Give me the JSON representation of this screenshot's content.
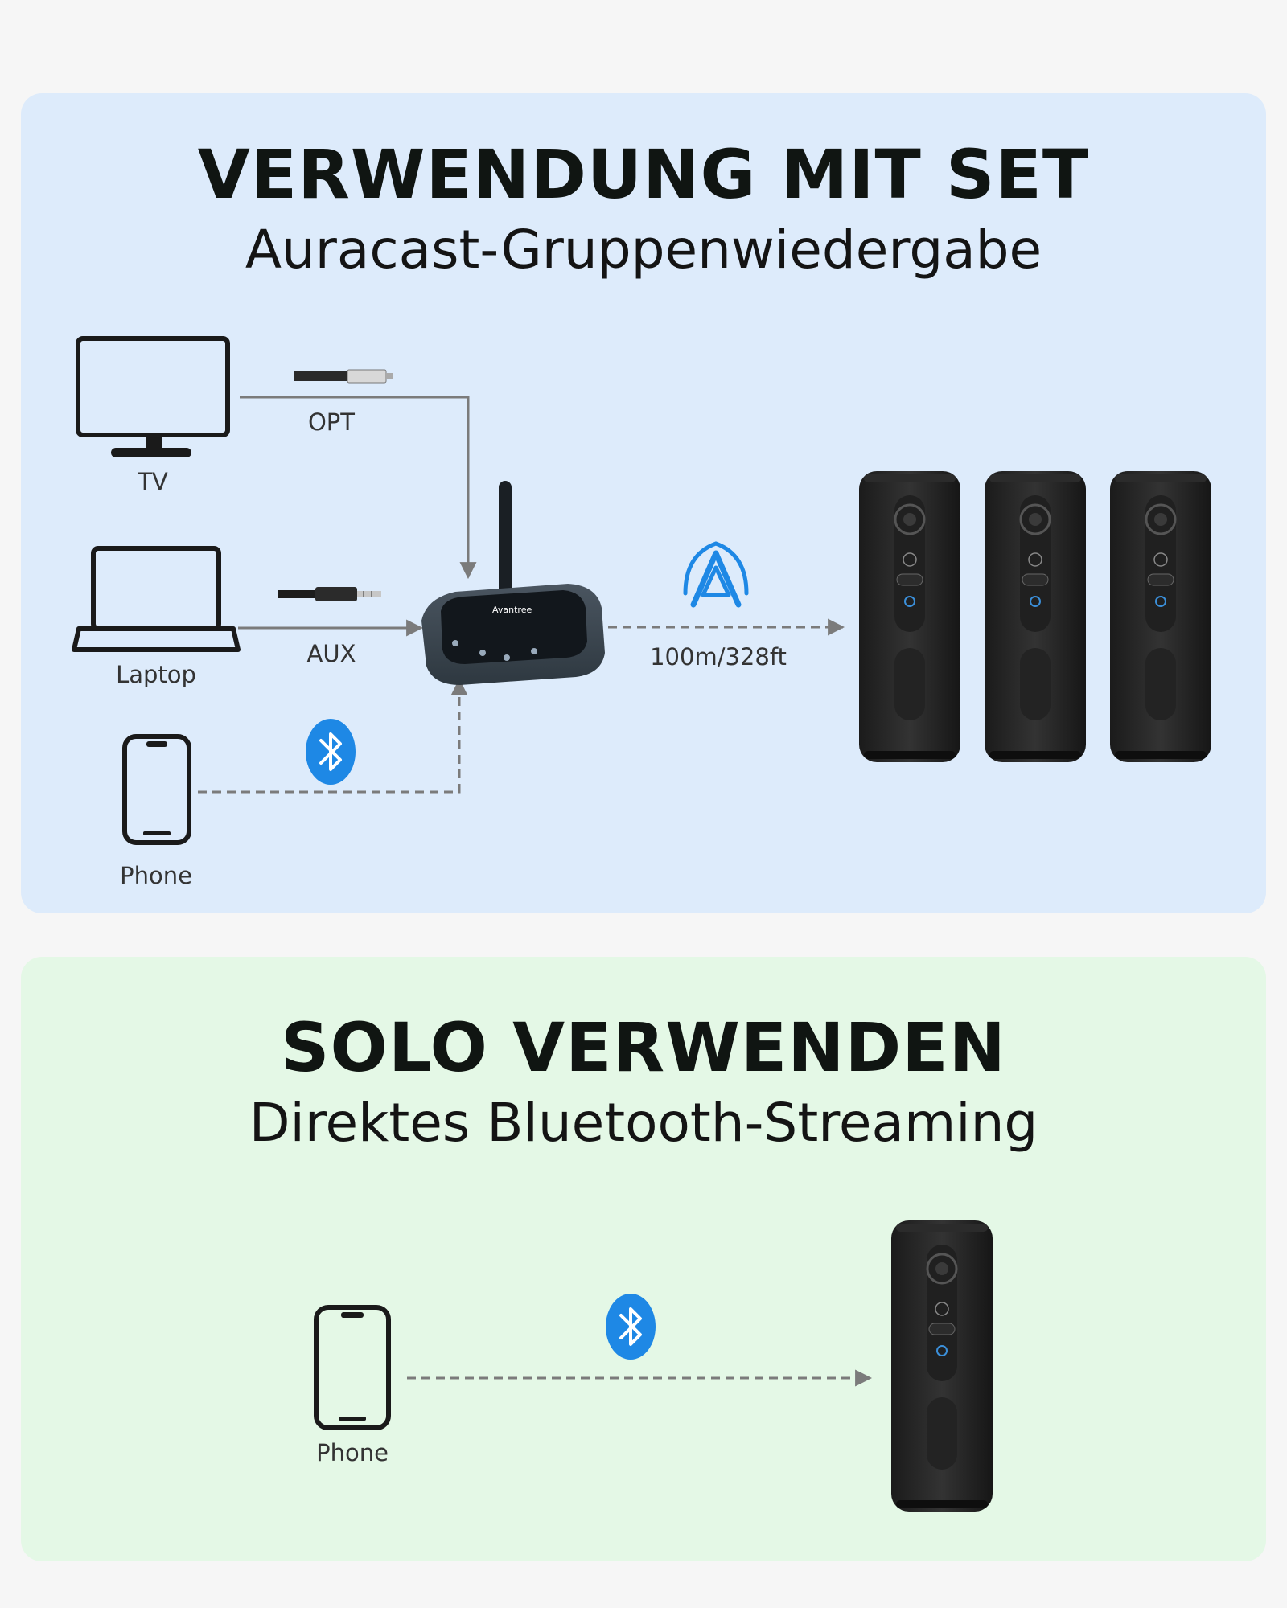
{
  "group_section": {
    "title": "VERWENDUNG MIT SET",
    "subtitle": "Auracast-Gruppenwiedergabe",
    "sources": [
      {
        "label": "TV",
        "icon": "tv-icon",
        "connection": "OPT",
        "cable_icon": "optical-cable-icon"
      },
      {
        "label": "Laptop",
        "icon": "laptop-icon",
        "connection": "AUX",
        "cable_icon": "aux-cable-icon"
      },
      {
        "label": "Phone",
        "icon": "phone-icon",
        "connection_icon": "bluetooth-icon"
      }
    ],
    "transmitter": {
      "brand": "Avantree",
      "icon": "transmitter-icon"
    },
    "broadcast_icon": "auracast-icon",
    "range": "100m/328ft",
    "speaker_count": 3
  },
  "solo_section": {
    "title": "SOLO VERWENDEN",
    "subtitle": "Direktes Bluetooth-Streaming",
    "source": {
      "label": "Phone",
      "icon": "phone-icon"
    },
    "connection_icon": "bluetooth-icon",
    "speaker_count": 1
  },
  "colors": {
    "top_panel": "#ddebfb",
    "bottom_panel": "#e4f8e6",
    "bluetooth": "#1e88e5",
    "line": "#7b7b7b"
  }
}
